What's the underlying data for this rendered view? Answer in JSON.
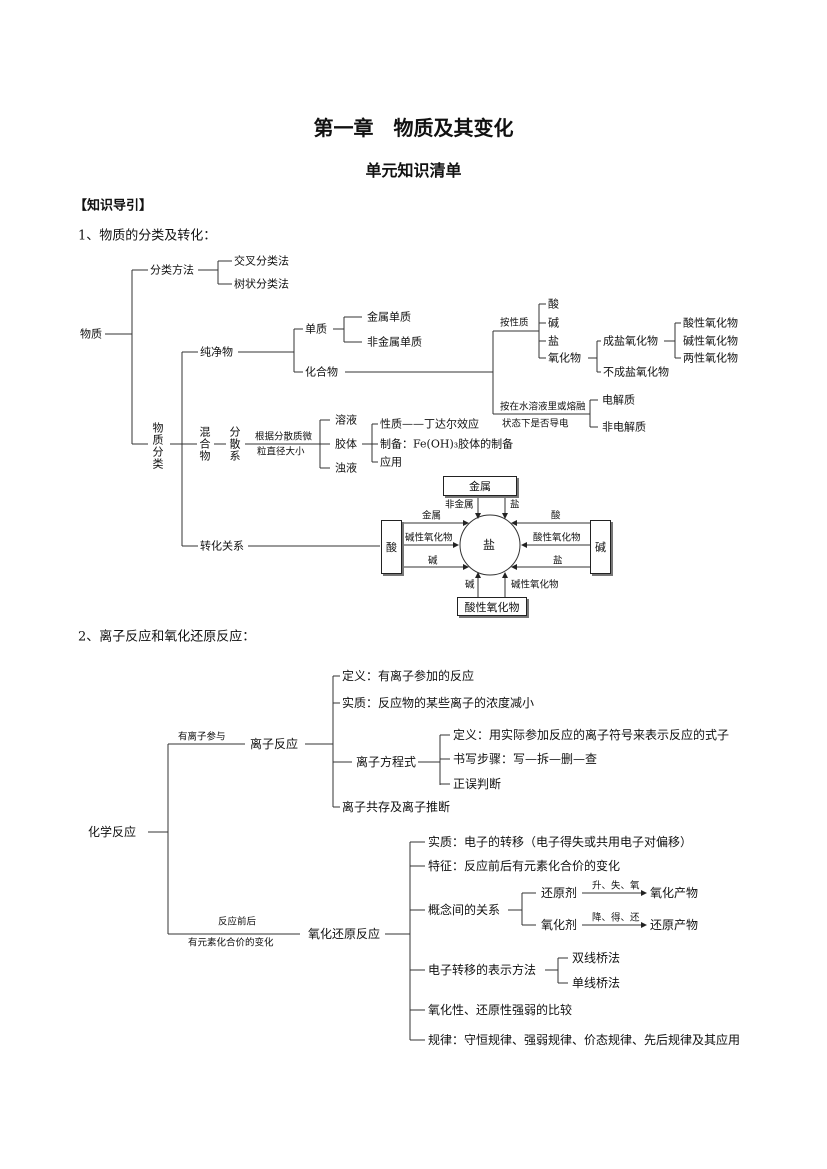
{
  "title": "第一章　物质及其变化",
  "subtitle": "单元知识清单",
  "section_label": "【知识导引】",
  "part1": {
    "heading": "1、物质的分类及转化：",
    "root": "物质",
    "methods": "分类方法",
    "cross": "交叉分类法",
    "tree": "树状分类法",
    "classify": "物质分类",
    "pure": "纯净物",
    "element": "单质",
    "metal_el": "金属单质",
    "nonmetal_el": "非金属单质",
    "compound": "化合物",
    "by_property": "按性质",
    "acid": "酸",
    "base": "碱",
    "salt": "盐",
    "oxide": "氧化物",
    "salt_oxide": "成盐氧化物",
    "non_salt_oxide": "不成盐氧化物",
    "acidic_oxide": "酸性氧化物",
    "basic_oxide": "碱性氧化物",
    "amph_oxide": "两性氧化物",
    "by_conduct_1": "按在水溶液里或熔融",
    "by_conduct_2": "状态下是否导电",
    "electrolyte": "电解质",
    "nonelectrolyte": "非电解质",
    "mixture": "混合物",
    "dispersion": "分散系",
    "by_size_1": "根据分散质微",
    "by_size_2": "粒直径大小",
    "solution": "溶液",
    "colloid": "胶体",
    "suspension": "浊液",
    "prop": "性质——丁达尔效应",
    "prep": "制备：Fe(OH)₃胶体的制备",
    "use": "应用",
    "transform": "转化关系",
    "cycle": {
      "center": "盐",
      "top": "金属",
      "left": "酸",
      "right": "碱",
      "bottom": "酸性氧化物",
      "top_l": "非金属",
      "top_r": "盐",
      "left_1": "金属",
      "left_2": "碱性氧化物",
      "left_3": "碱",
      "right_1": "酸",
      "right_2": "酸性氧化物",
      "right_3": "盐",
      "bottom_l": "碱",
      "bottom_r": "碱性氧化物"
    }
  },
  "part2": {
    "heading": "2、离子反应和氧化还原反应：",
    "root": "化学反应",
    "ion_cond": "有离子参与",
    "ion": "离子反应",
    "ion_def": "定义：有离子参加的反应",
    "ion_essence": "实质：反应物的某些离子的浓度减小",
    "ion_eq": "离子方程式",
    "eq_def": "定义：用实际参加反应的离子符号来表示反应的式子",
    "eq_steps": "书写步骤：写—拆—删—查",
    "eq_judge": "正误判断",
    "coexist": "离子共存及离子推断",
    "redox_cond_1": "反应前后",
    "redox_cond_2": "有元素化合价的变化",
    "redox": "氧化还原反应",
    "essence": "实质：电子的转移（电子得失或共用电子对偏移）",
    "feature": "特征：反应前后有元素化合价的变化",
    "concepts": "概念间的关系",
    "reductant": "还原剂",
    "oxidant": "氧化剂",
    "up": "升、失、氧",
    "down": "降、得、还",
    "ox_product": "氧化产物",
    "red_product": "还原产物",
    "transfer": "电子转移的表示方法",
    "double": "双线桥法",
    "single": "单线桥法",
    "compare": "氧化性、还原性强弱的比较",
    "laws": "规律：守恒规律、强弱规律、价态规律、先后规律及其应用"
  }
}
